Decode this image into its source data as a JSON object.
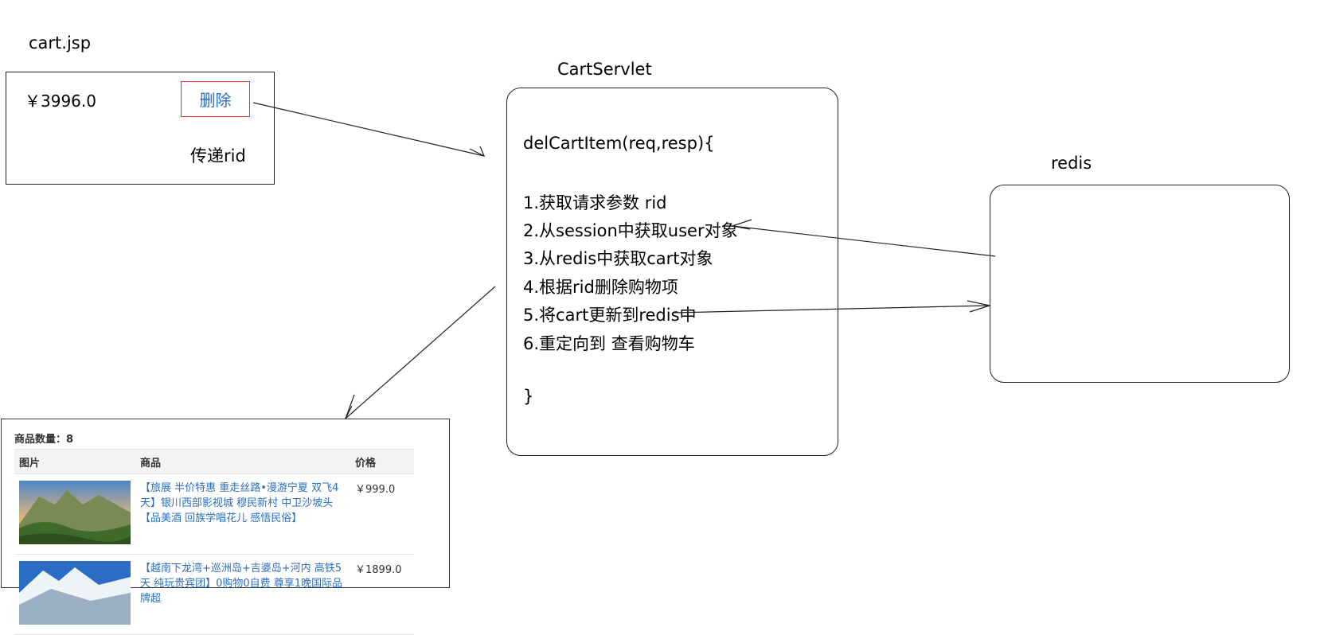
{
  "cart_jsp": {
    "title": "cart.jsp",
    "price": "￥3996.0",
    "delete_button": "删除",
    "pass_label": "传递rid"
  },
  "servlet": {
    "title": "CartServlet",
    "lines": [
      "delCartItem(req,resp){",
      "1.获取请求参数 rid",
      "2.从session中获取user对象",
      "3.从redis中获取cart对象",
      "4.根据rid删除购物项",
      "5.将cart更新到redis中",
      "6.重定向到 查看购物车",
      "}"
    ]
  },
  "redis": {
    "title": "redis"
  },
  "cart_page": {
    "count_label": "商品数量：8",
    "headers": [
      "图片",
      "商品",
      "价格"
    ],
    "rows": [
      {
        "name": "【旅展 半价特惠 重走丝路•漫游宁夏 双飞4天】银川西部影视城 穆民新村 中卫沙坡头【品美酒 回族学唱花儿 感悟民俗】",
        "price": "￥999.0"
      },
      {
        "name": "【越南下龙湾+巡洲岛+吉婆岛+河内 高铁5天 纯玩贵宾团】0购物0自费 尊享1晚国际品牌超",
        "price": "￥1899.0"
      }
    ]
  },
  "colors": {
    "delete_border": "#e0322f",
    "link_blue": "#2a6ebf"
  }
}
